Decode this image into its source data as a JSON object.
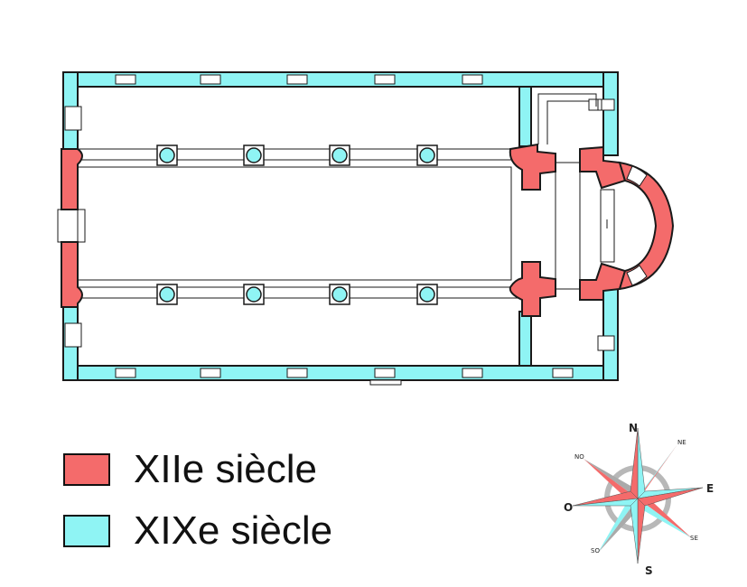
{
  "colors": {
    "c12": "#f46b6b",
    "c19": "#8ff4f4",
    "stroke": "#1a1a1a",
    "fill_bg": "#ffffff"
  },
  "legend": [
    {
      "label": "XIIe siècle",
      "color": "#f46b6b"
    },
    {
      "label": "XIXe siècle",
      "color": "#8ff4f4"
    }
  ],
  "compass": {
    "N": "N",
    "S": "S",
    "E": "E",
    "O": "O",
    "NE": "NE",
    "NO": "NO",
    "SE": "SE",
    "SO": "SO"
  }
}
